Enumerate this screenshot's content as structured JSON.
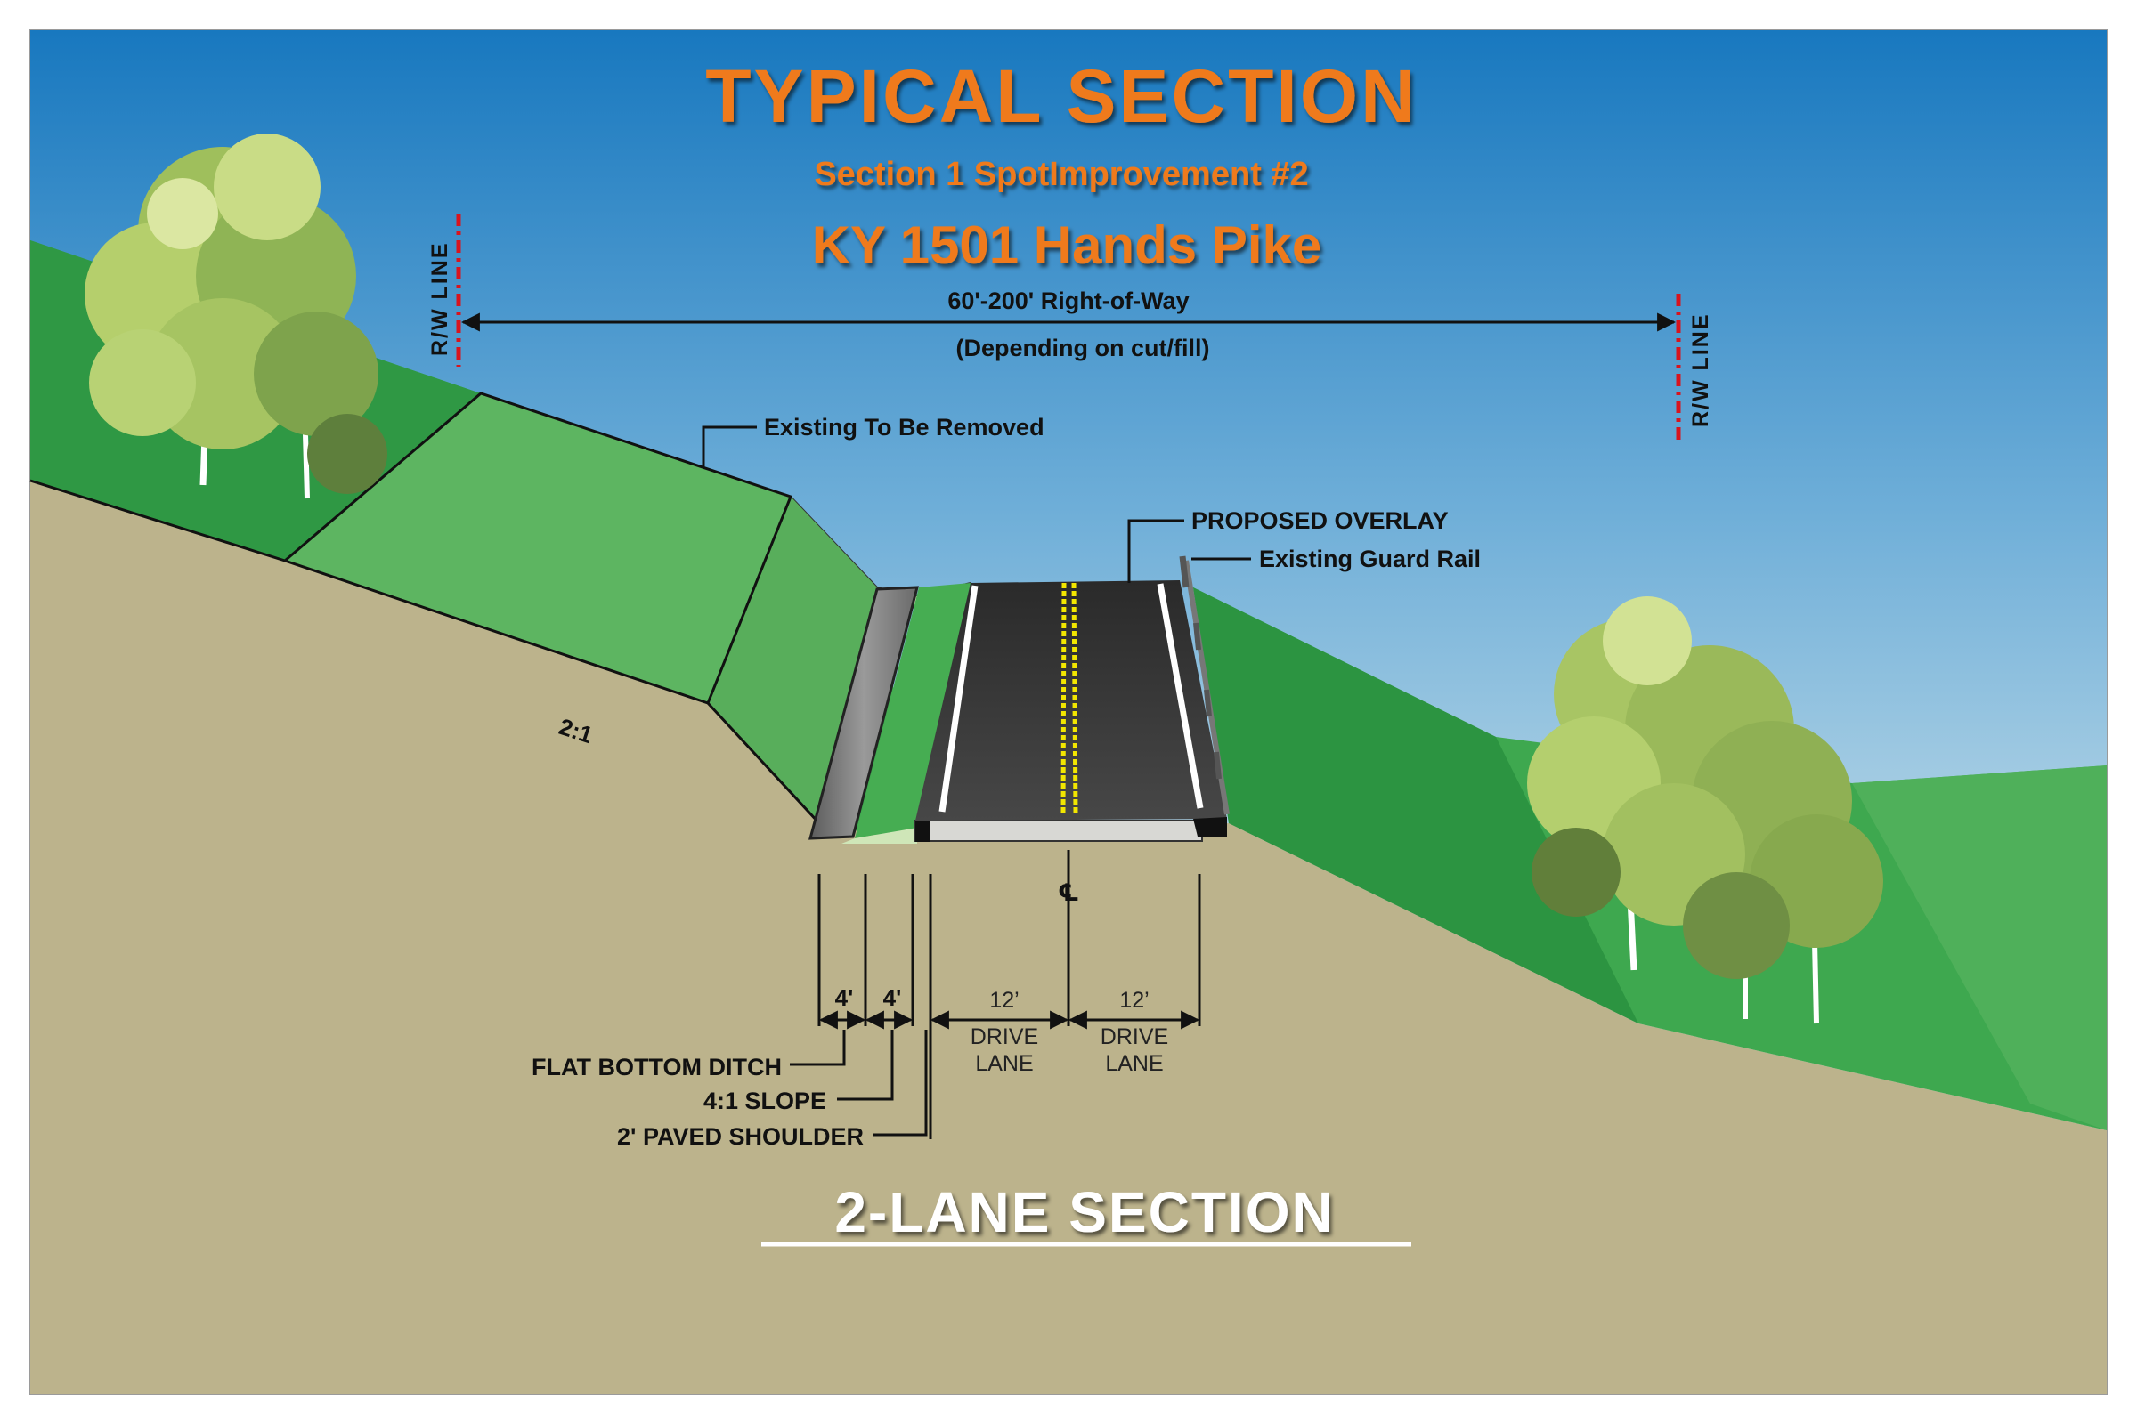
{
  "title": {
    "main": "TYPICAL  SECTION",
    "subtitle": "Section 1 SpotImprovement #2",
    "route": "KY 1501    Hands Pike"
  },
  "right_of_way": {
    "width": "60'-200' Right-of-Way",
    "note": "(Depending on cut/fill)",
    "rw_label": "R/W  LINE"
  },
  "callouts": {
    "existing_removed": "Existing To Be Removed",
    "proposed_overlay": "PROPOSED OVERLAY",
    "guard_rail": "Existing Guard Rail",
    "slope_ratio": "2:1",
    "centerline": "℄"
  },
  "dimensions": {
    "ditch_width": "4'",
    "slope_width": "4'",
    "lane1_width": "12’",
    "lane1_label_a": "DRIVE",
    "lane1_label_b": "LANE",
    "lane2_width": "12’",
    "lane2_label_a": "DRIVE",
    "lane2_label_b": "LANE"
  },
  "legend": {
    "flat_bottom_ditch": "FLAT BOTTOM DITCH",
    "slope": "4:1 SLOPE",
    "paved_shoulder": "2' PAVED SHOULDER"
  },
  "section_label": "2-LANE  SECTION",
  "colors": {
    "title_orange": "#ef7a1a",
    "sky_top": "#1878bf",
    "sky_bottom": "#e2eef0",
    "grass": "#3aa64e",
    "soil": "#bcb38c",
    "asphalt": "#2f2f2f",
    "centerline_yellow": "#f2e600",
    "rw_red": "#d8141e"
  }
}
